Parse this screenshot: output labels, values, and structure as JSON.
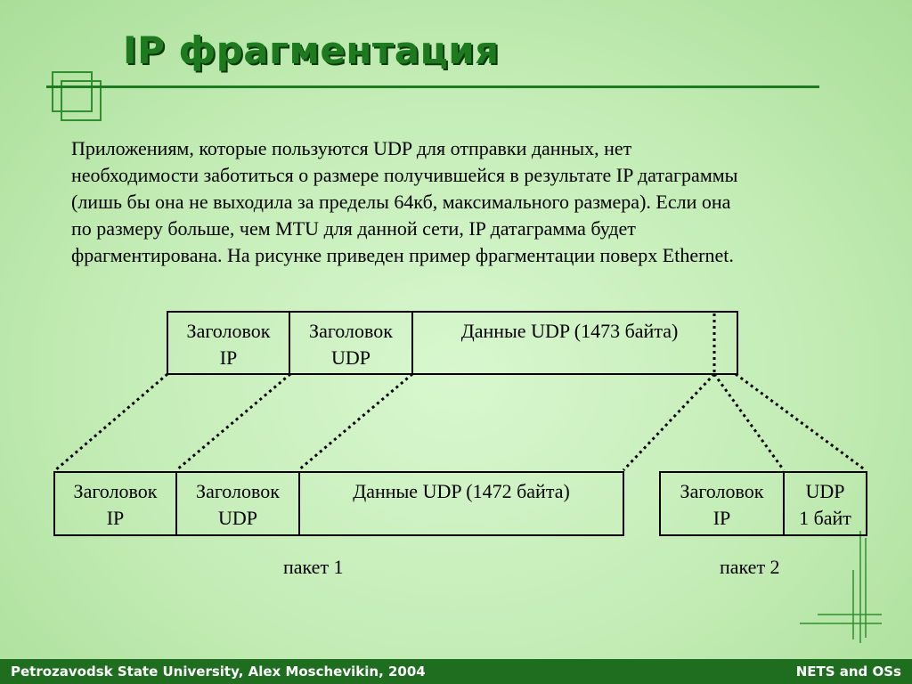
{
  "slide": {
    "title": "IP фрагментация",
    "paragraph": "Приложениям, которые пользуются UDP для отправки данных,  нет\nнеобходимости заботиться о размере получившейся в результате IP датаграммы\n(лишь бы она не выходила за пределы 64кб, максимального размера). Если она\nпо размеру больше, чем MTU для данной сети, IP датаграмма будет\nфрагментирована. На рисунке приведен пример фрагментации поверх Ethernet."
  },
  "diagram": {
    "original": {
      "ip_header": "Заголовок\nIP",
      "udp_header": "Заголовок\nUDP",
      "data": "Данные UDP (1473 байта)"
    },
    "packet1": {
      "ip_header": "Заголовок\nIP",
      "udp_header": "Заголовок\nUDP",
      "data": "Данные UDP (1472 байта)",
      "label": "пакет 1"
    },
    "packet2": {
      "ip_header": "Заголовок\nIP",
      "data": "UDP\n1 байт",
      "label": "пакет 2"
    }
  },
  "footer": {
    "left": "Petrozavodsk State University, Alex Moschevikin, 2004",
    "right": "NETS and OSs"
  },
  "colors": {
    "accent": "#1e7a1e",
    "footer_bg": "#1f6e1f"
  }
}
